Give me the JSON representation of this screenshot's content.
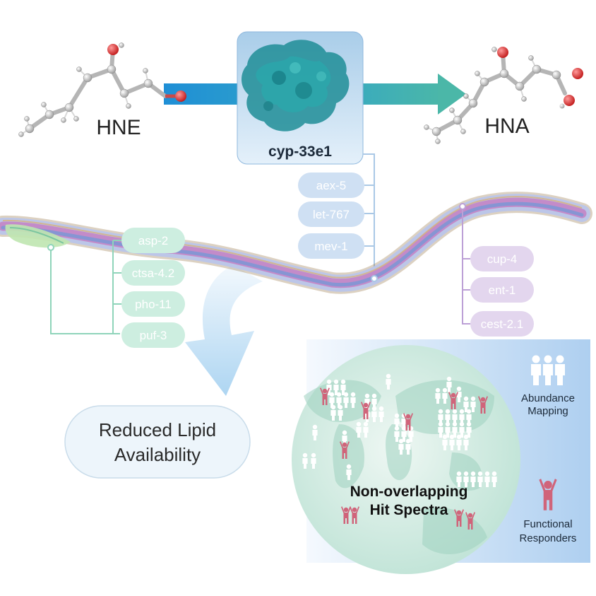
{
  "molecules": {
    "left_label": "HNE",
    "right_label": "HNA"
  },
  "enzyme": {
    "label": "cyp-33e1"
  },
  "gene_groups": {
    "center": [
      "aex-5",
      "let-767",
      "mev-1"
    ],
    "left": [
      "asp-2",
      "ctsa-4.2",
      "pho-11",
      "puf-3"
    ],
    "right": [
      "cup-4",
      "ent-1",
      "cest-2.1"
    ]
  },
  "outcome": {
    "line1": "Reduced Lipid",
    "line2": "Availability"
  },
  "globe": {
    "title_line1": "Non-overlapping",
    "title_line2": "Hit Spectra"
  },
  "legend": {
    "abundance_line1": "Abundance",
    "abundance_line2": "Mapping",
    "functional_line1": "Functional",
    "functional_line2": "Responders"
  },
  "colors": {
    "arrow_blue": "#2b9bd6",
    "arrow_teal": "#3fb0a8",
    "center_pill": "#cfe0f3",
    "left_pill": "#cdeee0",
    "right_pill": "#e3d6ee",
    "responder_red": "#d0647a"
  }
}
